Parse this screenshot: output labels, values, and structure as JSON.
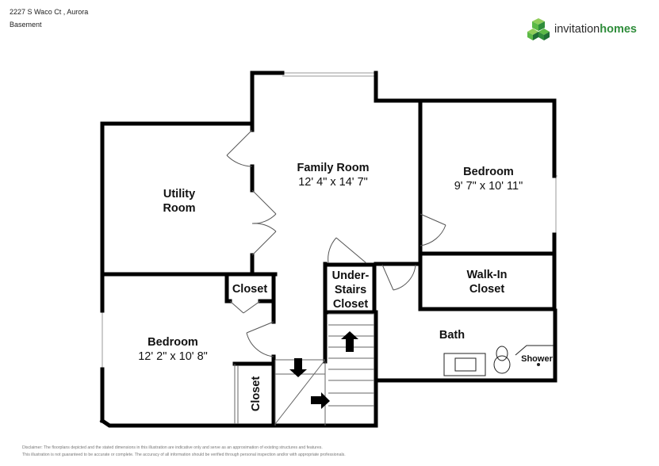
{
  "header": {
    "address": "2227 S Waco Ct , Aurora",
    "level": "Basement"
  },
  "brand": {
    "name_light": "invitation",
    "name_bold": "homes",
    "icon": "cube-cluster-logo-icon",
    "colors": [
      "#2f8d3b",
      "#5cb947",
      "#8fcd5a",
      "#1f6e36"
    ]
  },
  "rooms": {
    "family_room": {
      "name": "Family Room",
      "dims": "12' 4\" x 14' 7\""
    },
    "bedroom_east": {
      "name": "Bedroom",
      "dims": "9' 7\" x 10' 11\""
    },
    "utility": {
      "line1": "Utility",
      "line2": "Room"
    },
    "walk_in": {
      "line1": "Walk-In",
      "line2": "Closet"
    },
    "under_stairs": {
      "line1": "Under-",
      "line2": "Stairs",
      "line3": "Closet"
    },
    "bath": {
      "name": "Bath"
    },
    "shower": {
      "name": "Shower"
    },
    "closet_small": {
      "name": "Closet"
    },
    "closet_vertical": {
      "name": "Closet"
    },
    "bedroom_west": {
      "name": "Bedroom",
      "dims": "12' 2\" x 10' 8\""
    }
  },
  "disclaimer": {
    "line1": "Disclaimer: The floorplans depicted and the stated dimensions in this illustration are indicative only and serve as an approximation of existing structures and features.",
    "line2": "This illustration is not guaranteed to be accurate or complete. The accuracy of all information should be verified through personal inspection and/or with appropriate professionals."
  }
}
